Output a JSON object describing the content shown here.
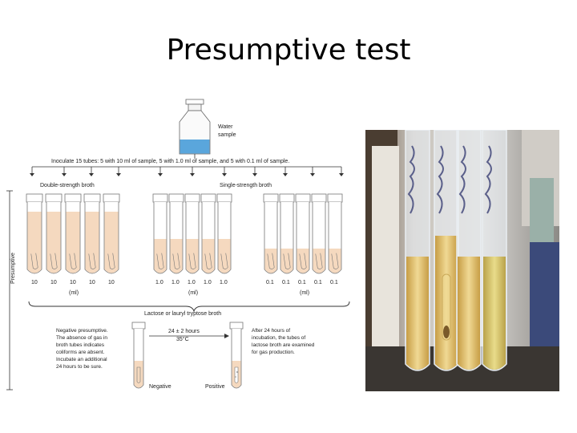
{
  "title": "Presumptive test",
  "diagram": {
    "water_sample": [
      "Water",
      "sample"
    ],
    "inoculate": "Inoculate 15 tubes:  5 with 10 ml of sample, 5 with 1.0 ml of sample, and 5 with 0.1 ml of sample.",
    "double_broth": "Double-strength broth",
    "single_broth": "Single-strength broth",
    "side_label": "Presumptive",
    "groups": [
      {
        "volume": "10",
        "unit": "(ml)"
      },
      {
        "volume": "1.0",
        "unit": "(ml)"
      },
      {
        "volume": "0.1",
        "unit": "(ml)"
      }
    ],
    "broth_label": "Lactose or lauryl tryptose broth",
    "negative_text": [
      "Negative presumptive.",
      "The absence of gas in",
      "broth tubes indicates",
      "coliforms are absent.",
      "Incubate an additional",
      "24 hours to be sure."
    ],
    "incubation": [
      "24 ± 2 hours",
      "35°C"
    ],
    "after_text": [
      "After 24 hours of",
      "incubation, the tubes of",
      "lactose broth are examined",
      "for gas production."
    ],
    "negative": "Negative",
    "positive": "Positive"
  },
  "colors": {
    "broth": "#f5d9bf",
    "water": "#5aa6dc"
  }
}
